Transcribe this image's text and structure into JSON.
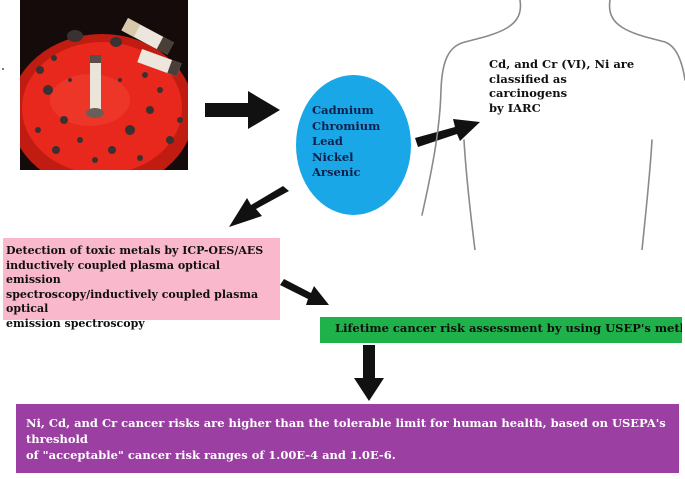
{
  "photo": {
    "icon": "ashtray-with-cigarette-butts",
    "colors": {
      "ashtray": "#e8281c",
      "butt_filter": "#e9e1d5",
      "ash": "#4a4040"
    }
  },
  "metals": [
    "Cadmium",
    "Chromium",
    "Lead",
    "Nickel",
    "Arsenic"
  ],
  "iarc_statement": [
    "Cd, and Cr (VI), Ni are",
    "classified as carcinogens",
    "by IARC"
  ],
  "detection_method": [
    "Detection of toxic metals by ICP-OES/AES",
    "inductively coupled plasma optical emission",
    "spectroscopy/inductively coupled plasma optical",
    "emission spectroscopy"
  ],
  "risk_assessment": "Lifetime cancer risk assessment by using USEP's method",
  "conclusion": [
    "Ni, Cd, and Cr cancer risks are higher than the tolerable limit for human health, based on USEPA's threshold",
    "of \"acceptable\" cancer risk ranges of 1.00E-4 and 1.0E-6."
  ],
  "colors": {
    "ellipse": "#19a7e8",
    "detection_box": "#f9b8cc",
    "risk_box": "#1fb14a",
    "conclusion_box": "#9b3fa2",
    "arrows": "#111111",
    "body_outline": "#8a8a8a"
  }
}
